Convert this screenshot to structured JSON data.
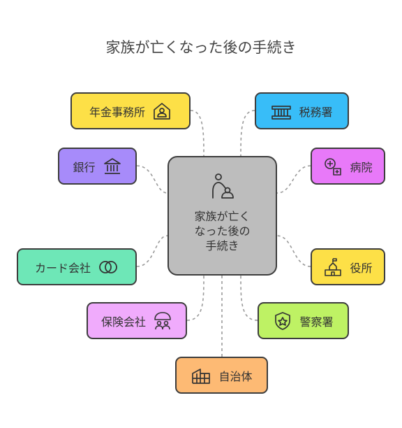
{
  "title": "家族が亡くなった後の手続き",
  "center": {
    "lines": [
      "家族が亡く",
      "なった後の",
      "手続き"
    ],
    "icon": "person-with-baby-icon",
    "color": "#bdbdbd"
  },
  "nodes": {
    "pension_office": {
      "label": "年金事務所",
      "icon": "pension-office-icon",
      "color": "#fde047"
    },
    "bank": {
      "label": "銀行",
      "icon": "bank-icon",
      "color": "#a78bfa"
    },
    "card_company": {
      "label": "カード会社",
      "icon": "card-rings-icon",
      "color": "#6ee7b7"
    },
    "insurance_company": {
      "label": "保険会社",
      "icon": "insurance-umbrella-icon",
      "color": "#f0abfc"
    },
    "municipality": {
      "label": "自治体",
      "icon": "municipality-building-icon",
      "color": "#fdba74"
    },
    "tax_office": {
      "label": "税務署",
      "icon": "tax-office-icon",
      "color": "#38bdf8"
    },
    "hospital": {
      "label": "病院",
      "icon": "hospital-icon",
      "color": "#e879f9"
    },
    "city_office": {
      "label": "役所",
      "icon": "city-office-icon",
      "color": "#fde047"
    },
    "police_station": {
      "label": "警察署",
      "icon": "police-badge-icon",
      "color": "#bef264"
    }
  }
}
